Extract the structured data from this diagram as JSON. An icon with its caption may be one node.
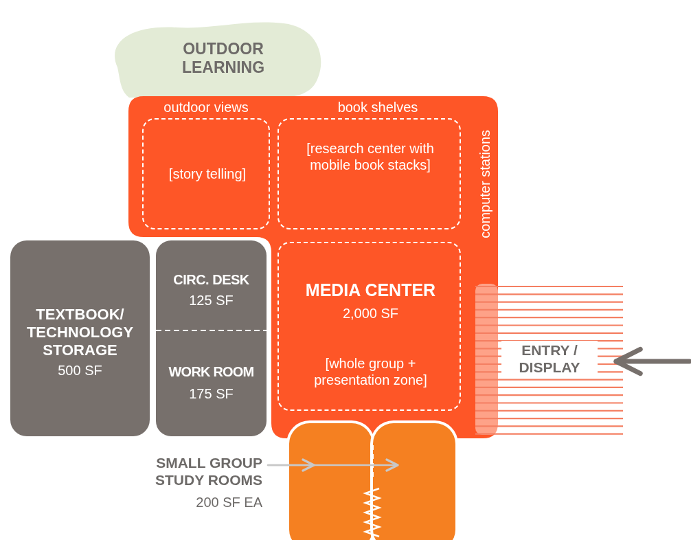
{
  "diagram": {
    "nodes": [
      {
        "text": [
          "OUTDOOR LEARNING"
        ]
      },
      {
        "text": [
          "outdoor views",
          "book shelves",
          "computer stations"
        ]
      },
      {
        "text": [
          "[story telling]"
        ],
        "in": 1
      },
      {
        "text": [
          "[research center with mobile book stacks]"
        ],
        "in": 1
      },
      {
        "text": [
          "MEDIA CENTER",
          "2,000 SF",
          "[whole group + presentation zone]"
        ],
        "in": 1
      },
      {
        "text": [
          "TEXTBOOK/ TECHNOLOGY STORAGE",
          "500 SF"
        ]
      },
      {
        "text": [],
        "shape": "box"
      },
      {
        "text": [
          "CIRC. DESK",
          "125 SF"
        ],
        "in": 6
      },
      {
        "text": [
          "WORK ROOM",
          "175 SF"
        ],
        "in": 6
      },
      {
        "text": [
          "ENTRY / DISPLAY"
        ]
      },
      {
        "text": [],
        "shape": "box"
      },
      {
        "text": [],
        "shape": "box"
      },
      {
        "text": [
          "SMALL GROUP STUDY ROOMS",
          "200 SF EA"
        ]
      }
    ],
    "edges": [
      {
        "from": null,
        "to": 9,
        "arrow": "to",
        "style": "thick",
        "color": "#77706c"
      },
      {
        "from": 12,
        "to": 10,
        "arrow": "to"
      },
      {
        "from": 12,
        "to": 11,
        "arrow": "to"
      }
    ]
  }
}
